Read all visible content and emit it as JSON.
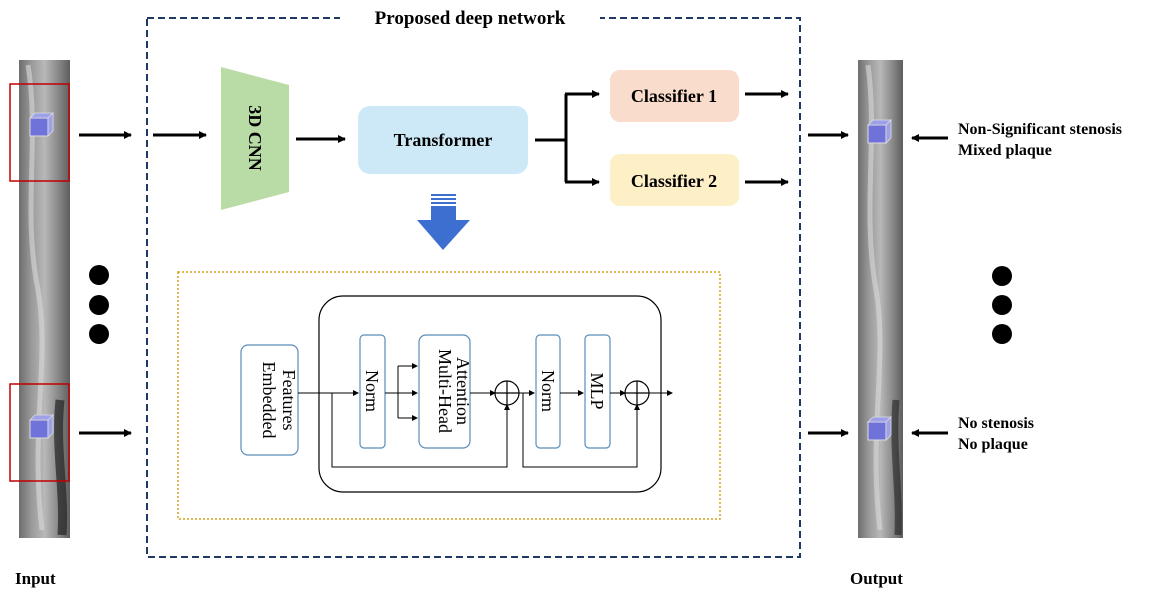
{
  "network": {
    "title": "Proposed deep network"
  },
  "input_label": "Input",
  "output_label": "Output",
  "blocks": {
    "cnn": "3D CNN",
    "transformer": "Transformer",
    "classifier1": "Classifier 1",
    "classifier2": "Classifier 2"
  },
  "detail": {
    "embedded": [
      "Embedded",
      "Features"
    ],
    "norm1": "Norm",
    "attention": [
      "Multi-Head",
      "Attention"
    ],
    "norm2": "Norm",
    "mlp": "MLP"
  },
  "results": {
    "top": [
      "Non-Significant stenosis",
      "Mixed plaque"
    ],
    "bottom": [
      "No stenosis",
      "No plaque"
    ]
  },
  "colors": {
    "network_border": "#1f3864",
    "detail_border": "#d4a017",
    "cnn": "#b9dba6",
    "transformer": "#cde9f8",
    "classifier1": "#f9dccb",
    "classifier2": "#fdefc6",
    "down_arrow": "#3c6fcf",
    "cube": "#6f72d8",
    "input_box": "#c00000",
    "module_border": "#5b8db8"
  }
}
